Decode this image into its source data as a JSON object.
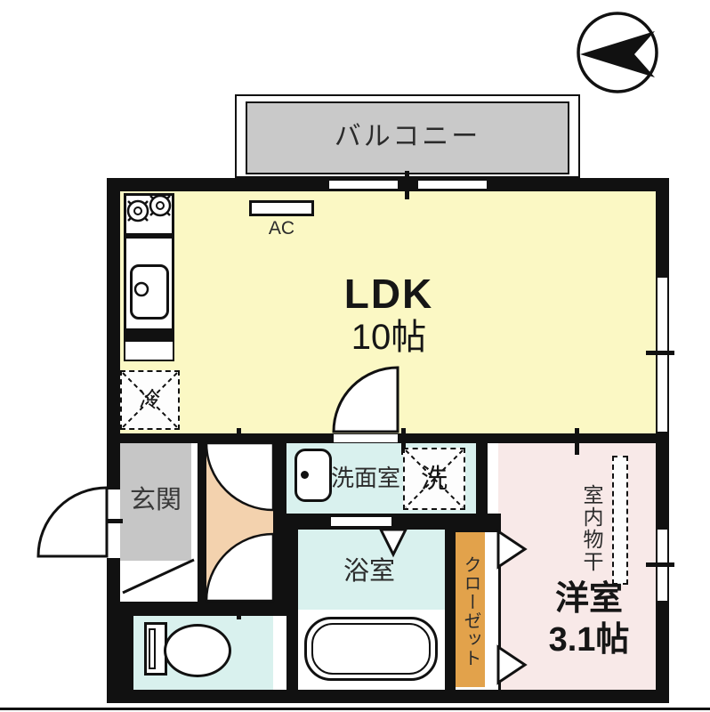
{
  "rooms": {
    "balcony": {
      "label": "バルコニー"
    },
    "ldk": {
      "label": "LDK",
      "size": "10帖"
    },
    "entrance": {
      "label": "玄関"
    },
    "washroom": {
      "label": "洗面室"
    },
    "bathroom": {
      "label": "浴室"
    },
    "western": {
      "label": "洋室",
      "size": "3.1帖"
    },
    "closet": {
      "label": "クローゼット"
    }
  },
  "fixtures": {
    "ac_label": "AC",
    "fridge_label": "冷",
    "washer_label": "洗",
    "drying_label": "室内物干"
  },
  "icons": {
    "compass": "north-arrow-pointing-left",
    "stove": "two-burner-stove",
    "sink": "kitchen-sink",
    "basin": "wash-basin",
    "bathtub": "bathtub",
    "toilet": "toilet"
  },
  "colors": {
    "wall": "#111111",
    "ldk": "#fbf8c4",
    "western": "#f8e9e8",
    "wet": "#d9f1ee",
    "hall": "#f3d2ae",
    "closet": "#e2a24b",
    "balcony": "#c9c9c9",
    "entrance": "#c6c6c6"
  }
}
